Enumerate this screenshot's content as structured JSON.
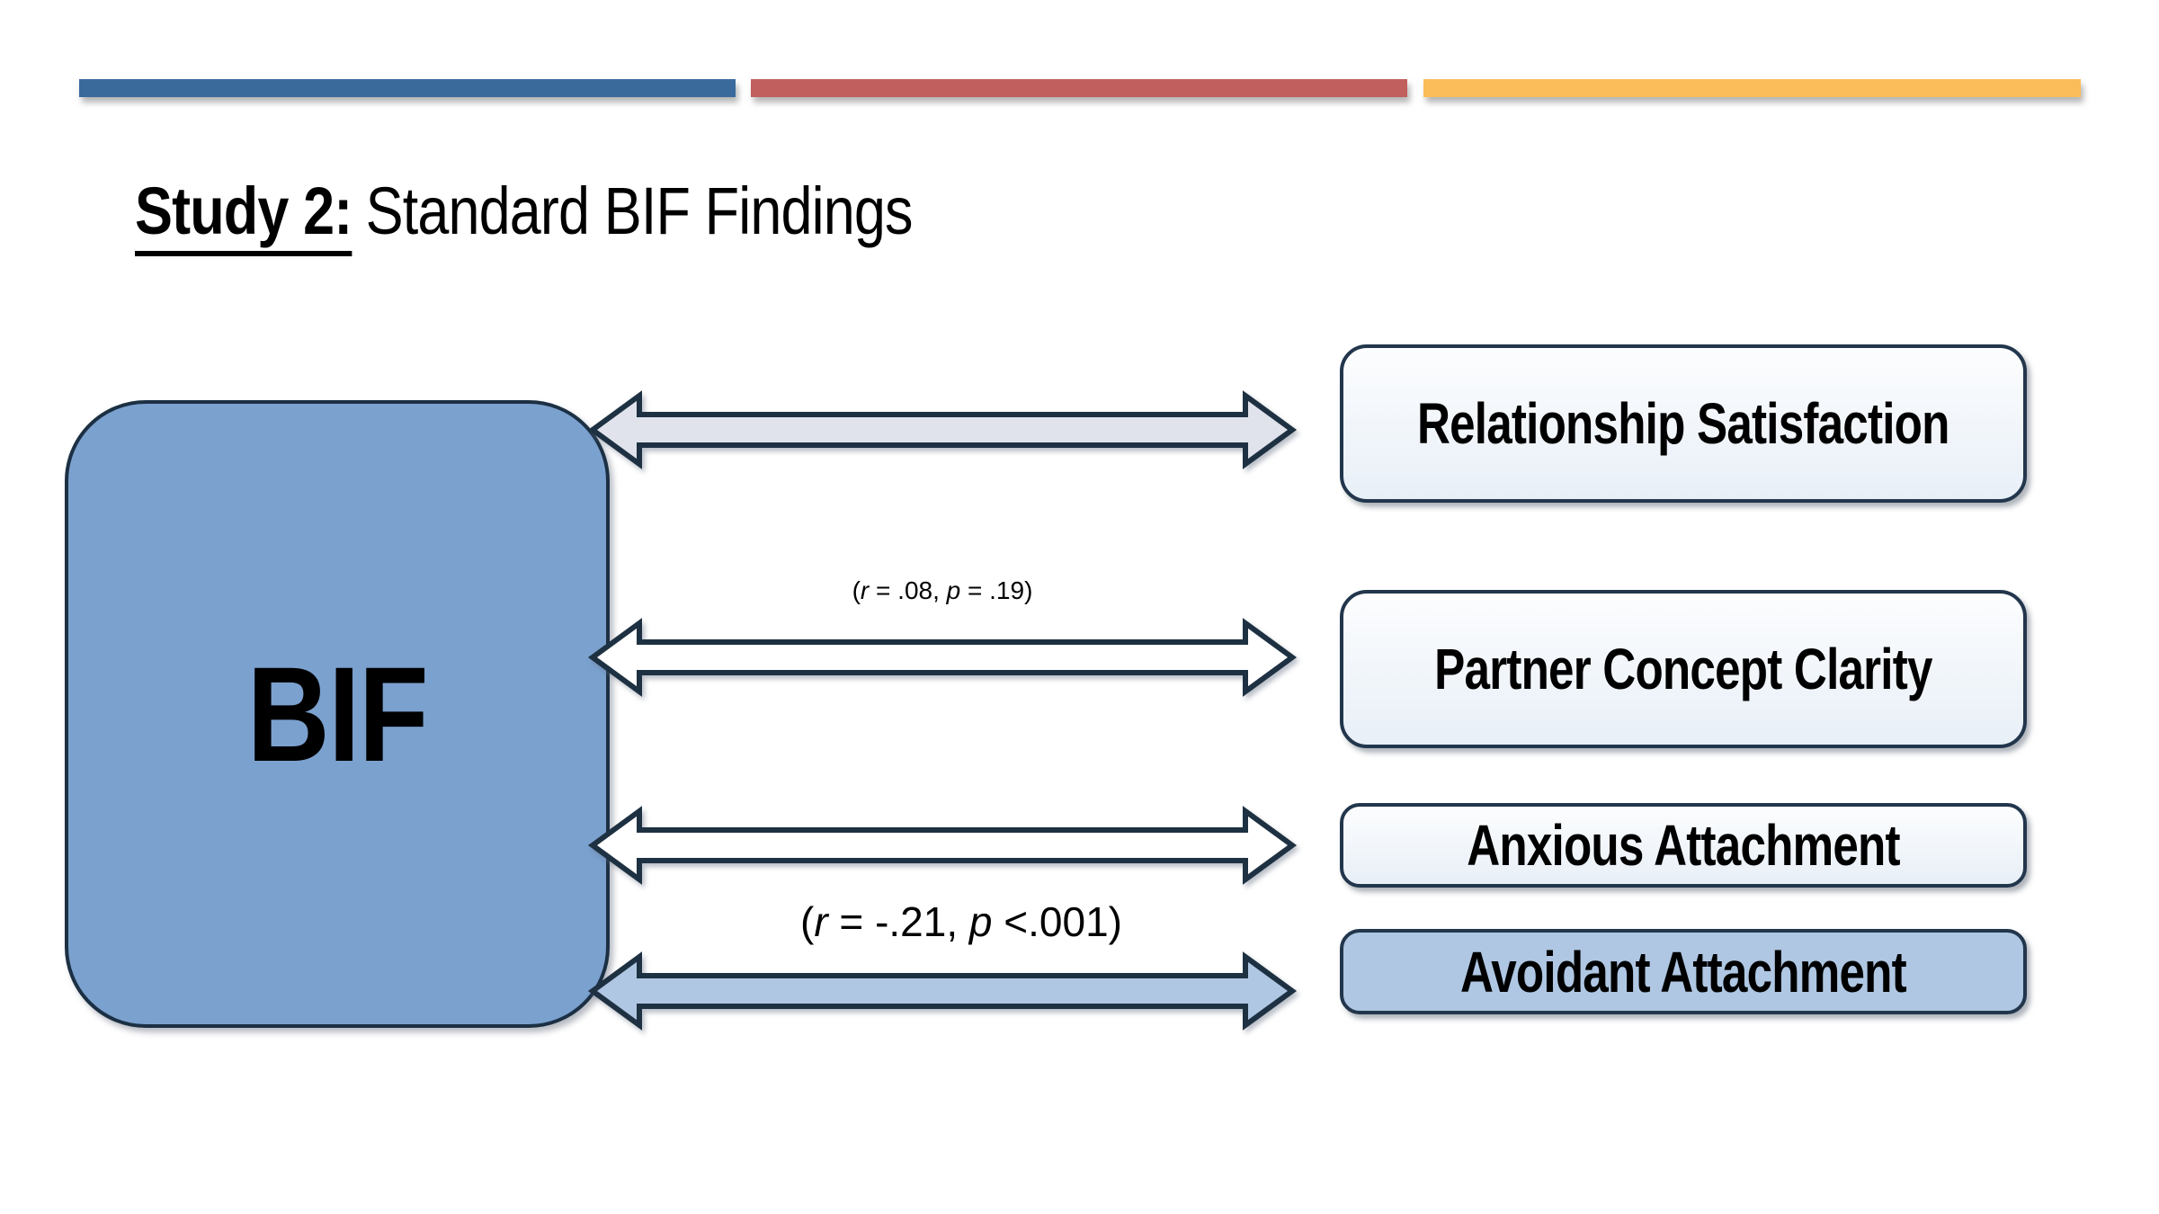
{
  "header": {
    "title_prefix": "Study 2:",
    "title_rest": "Standard BIF Findings"
  },
  "accent_bars": [
    {
      "name": "blue-accent-bar",
      "color": "#3a699c"
    },
    {
      "name": "red-accent-bar",
      "color": "#c05f5e"
    },
    {
      "name": "yellow-accent-bar",
      "color": "#fbbd59"
    }
  ],
  "diagram": {
    "source_label": "BIF",
    "outline_color": "#1e3142",
    "source_fill": "#7ba1cf",
    "links": [
      {
        "target": "Relationship Satisfaction",
        "arrow_fill": "#e0e3ec",
        "box_fill": "#f4f8fc"
      },
      {
        "target": "Partner Concept Clarity",
        "arrow_fill": "#ffffff",
        "box_fill": "#f4f8fc",
        "annotation_parts": [
          {
            "t": "(",
            "i": 0
          },
          {
            "t": "r",
            "i": 1
          },
          {
            "t": " = .08, ",
            "i": 0
          },
          {
            "t": "p",
            "i": 1
          },
          {
            "t": " = .19)",
            "i": 0
          }
        ]
      },
      {
        "target": "Anxious Attachment",
        "arrow_fill": "#ffffff",
        "box_fill": "#f4f8fc"
      },
      {
        "target": "Avoidant Attachment",
        "arrow_fill": "#afc7e3",
        "box_fill": "#afc7e3",
        "annotation_parts": [
          {
            "t": "(",
            "i": 0
          },
          {
            "t": "r",
            "i": 1
          },
          {
            "t": " = -.21, ",
            "i": 0
          },
          {
            "t": "p",
            "i": 1
          },
          {
            "t": " <.001)",
            "i": 0
          }
        ]
      }
    ]
  }
}
